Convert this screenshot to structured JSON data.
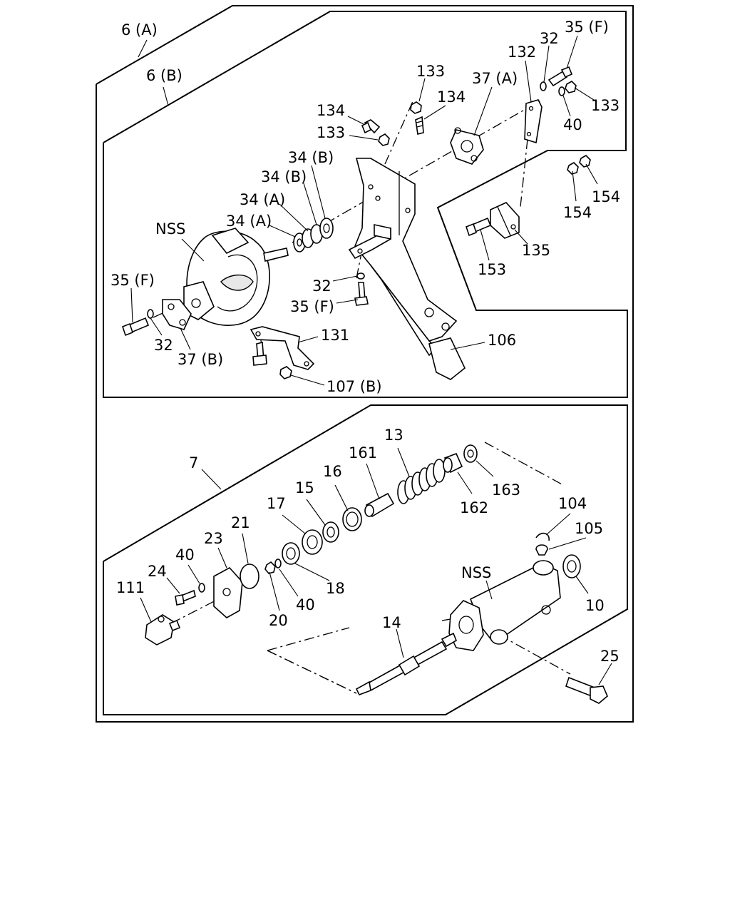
{
  "labels": {
    "group_6a": "6 (A)",
    "group_6b": "6 (B)",
    "group_7": "7",
    "p133_top": "133",
    "p134_right": "134",
    "p37a": "37 (A)",
    "p132": "132",
    "p32_top": "32",
    "p35f_top": "35 (F)",
    "p133_right": "133",
    "p40_top": "40",
    "p134_left": "134",
    "p133_left": "133",
    "p34b_1": "34 (B)",
    "p34b_2": "34 (B)",
    "p34a_1": "34 (A)",
    "p34a_2": "34 (A)",
    "nss_top": "NSS",
    "p154_a": "154",
    "p154_b": "154",
    "p135": "135",
    "p153": "153",
    "p35f_left": "35 (F)",
    "p32_left": "32",
    "p37b": "37 (B)",
    "p32_mid": "32",
    "p35f_mid": "35 (F)",
    "p131": "131",
    "p106": "106",
    "p107b": "107 (B)",
    "p13": "13",
    "p161": "161",
    "p16": "16",
    "p15": "15",
    "p17": "17",
    "p21": "21",
    "p23": "23",
    "p40_a": "40",
    "p24": "24",
    "p111": "111",
    "p18": "18",
    "p40_b": "40",
    "p20": "20",
    "p162": "162",
    "p163": "163",
    "p104": "104",
    "p105": "105",
    "nss_bottom": "NSS",
    "p10": "10",
    "p14": "14",
    "p25": "25"
  }
}
